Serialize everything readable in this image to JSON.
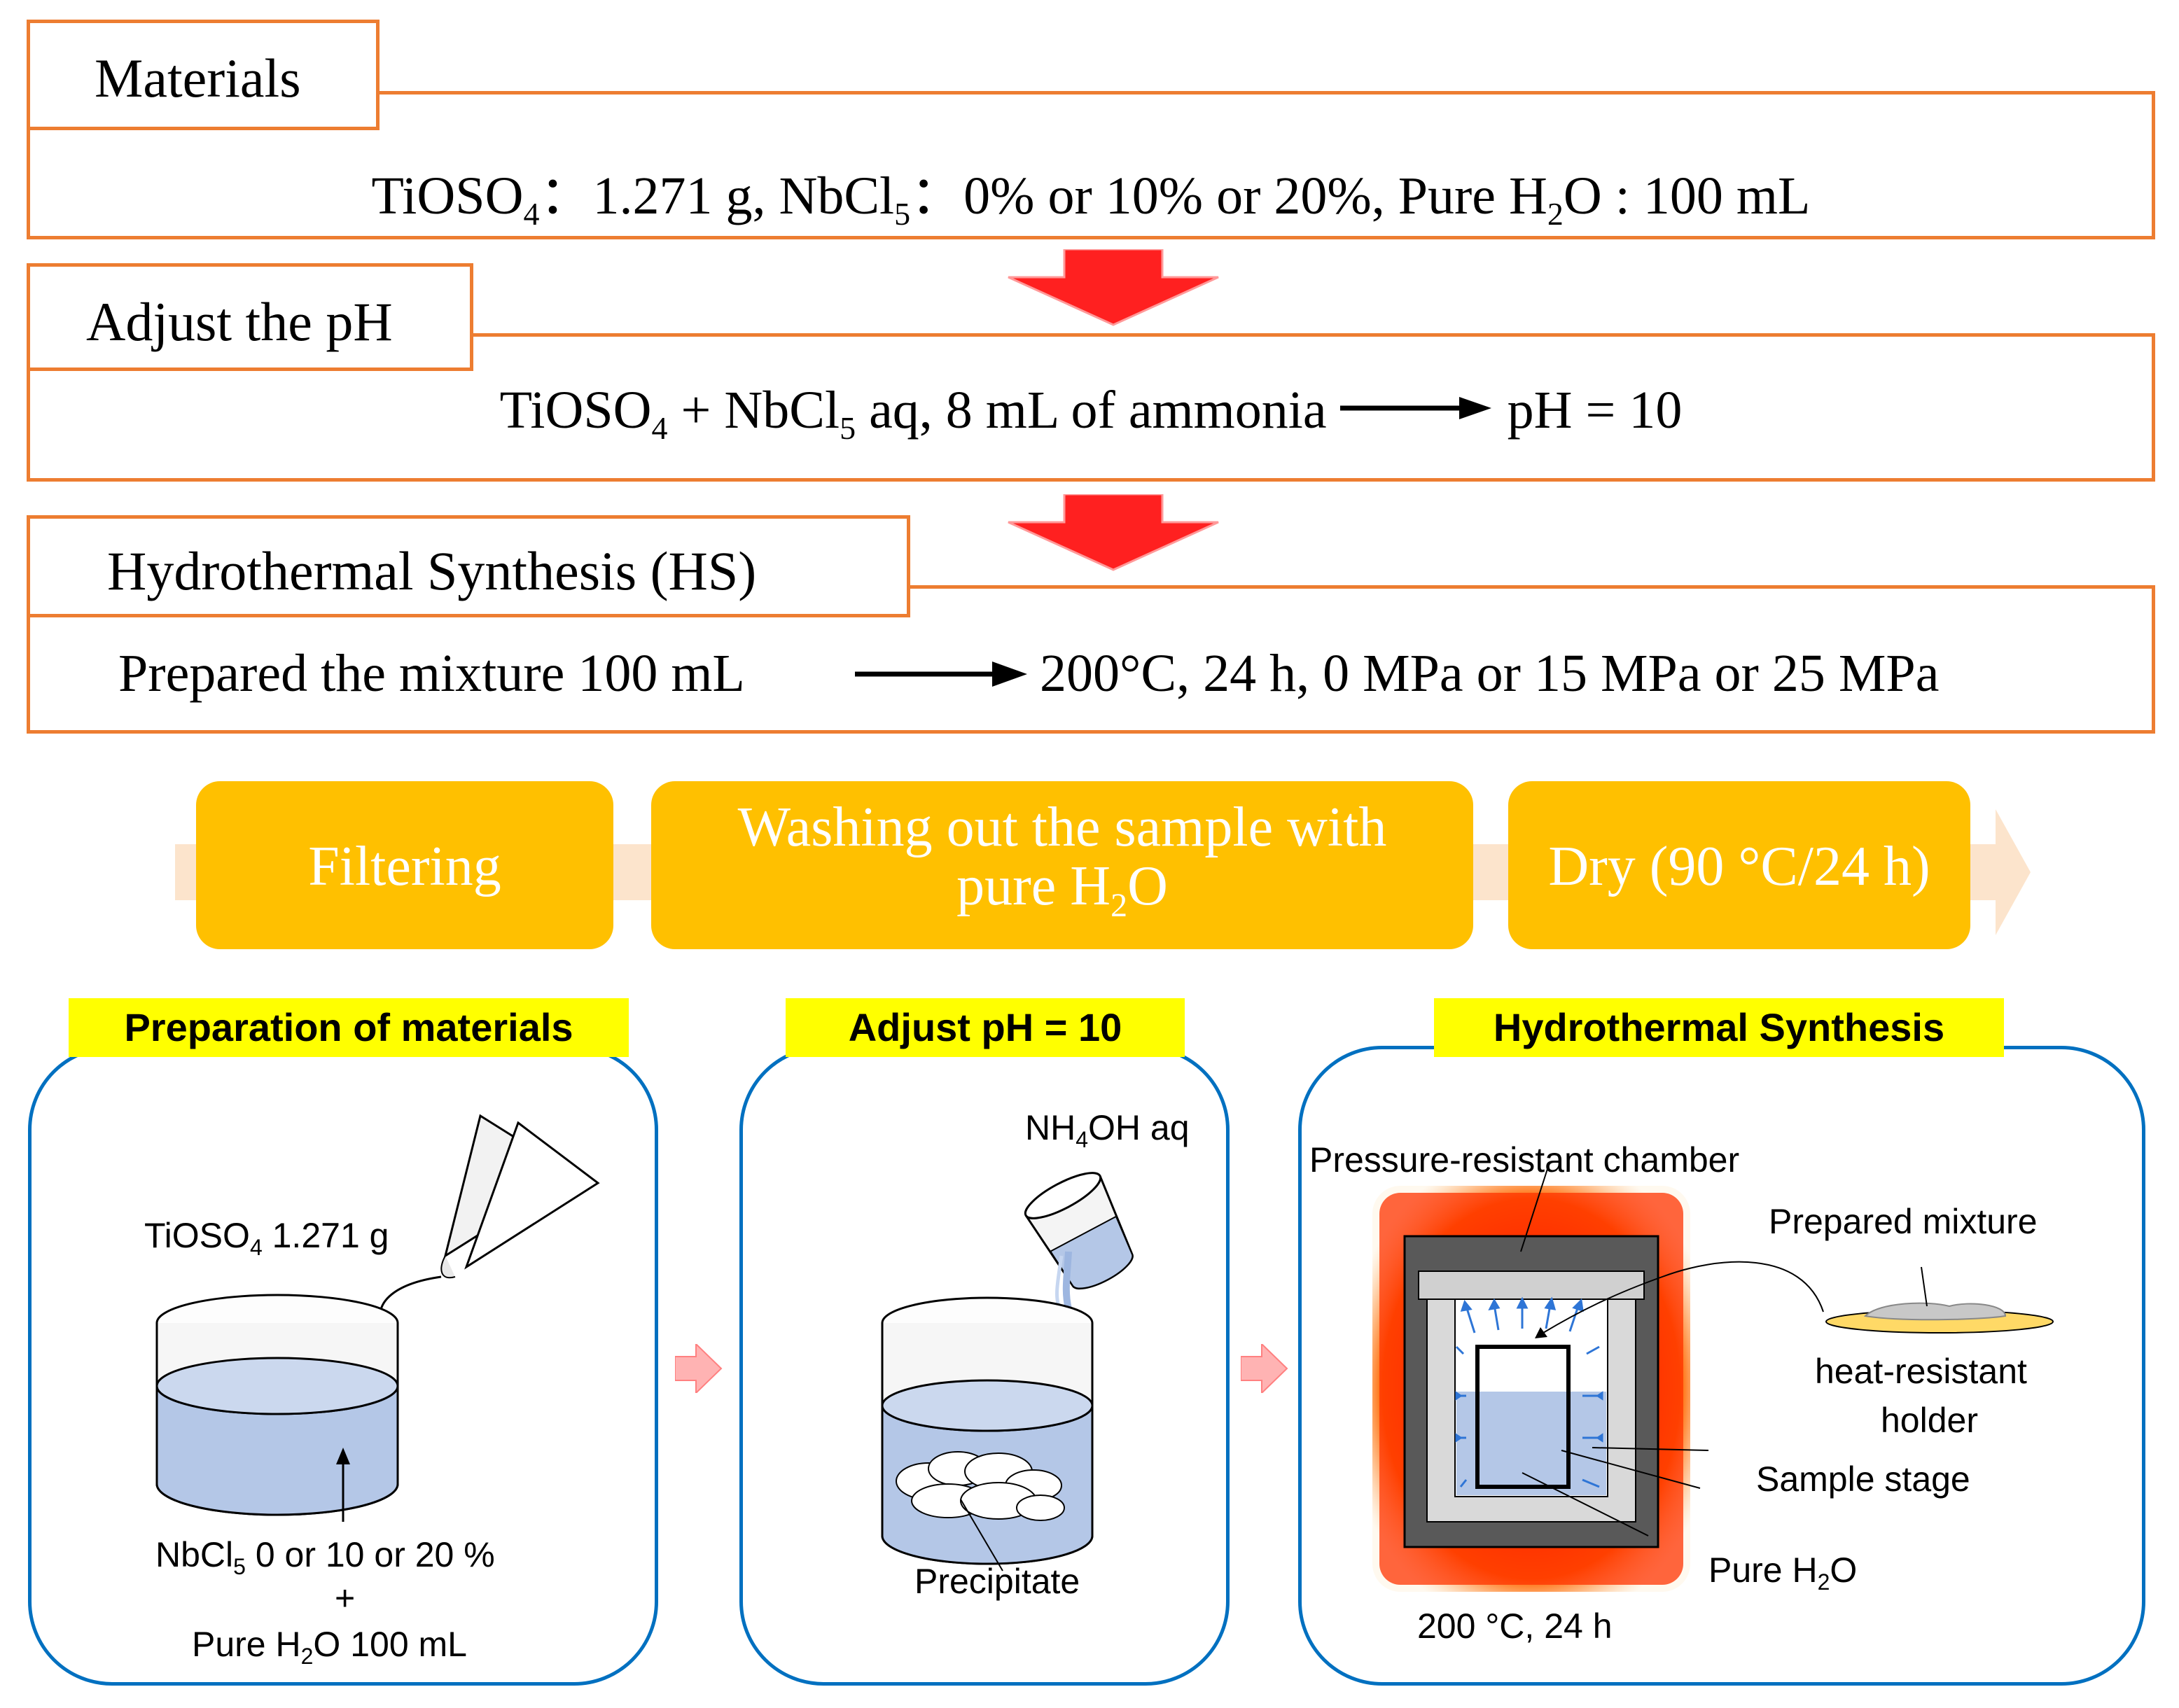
{
  "steps": {
    "materials": {
      "title": "Materials",
      "tiosoa": "TiOSO",
      "tio_sub": "4",
      "tio_val": "：1.271 g, NbCl",
      "nb_sub": "5",
      "nb_val": "：0% or 10% or 20%, Pure H",
      "h_sub": "2",
      "h_val": "O : 100 mL"
    },
    "adjust": {
      "title": "Adjust the pH",
      "p1": "TiOSO",
      "s1": "4",
      "p2": " + NbCl",
      "s2": "5",
      "p3": " aq, 8 mL  of ammonia",
      "p4": "pH = 10"
    },
    "hs": {
      "title": "Hydrothermal  Synthesis  (HS)",
      "left": "Prepared the mixture 100 mL",
      "right": "200°C, 24 h, 0 MPa or 15 MPa or 25 MPa"
    }
  },
  "process": {
    "filtering": "Filtering",
    "washing_line1": "Washing out the sample with",
    "washing_line2a": "pure H",
    "washing_sub": "2",
    "washing_line2b": "O",
    "dry": "Dry (90 °C/24 h)"
  },
  "panels": {
    "prep": {
      "title": "Preparation of materials",
      "tio_a": "TiOSO",
      "tio_sub": "4",
      "tio_b": " 1.271 g",
      "nb_a": "NbCl",
      "nb_sub": "5",
      "nb_b": "  0 or 10 or 20 %",
      "plus": "+",
      "water_a": "Pure H",
      "water_sub": "2",
      "water_b": "O 100 mL"
    },
    "ph": {
      "title": "Adjust pH = 10",
      "nh_a": "NH",
      "nh_sub": "4",
      "nh_b": "OH aq",
      "precipitate": "Precipitate"
    },
    "hydro": {
      "title": "Hydrothermal Synthesis",
      "chamber": "Pressure-resistant chamber",
      "mixture": "Prepared mixture",
      "holder_1": "heat-resistant",
      "holder_2": "holder",
      "stage": "Sample stage",
      "water_a": "Pure H",
      "water_sub": "2",
      "water_b": "O",
      "temp": "200 °C, 24 h"
    }
  },
  "colors": {
    "box_border": "#ED7D31",
    "flow_arrow": "#FF2020",
    "chevron": "#FFC000",
    "panel_title_bg": "#FFFF00",
    "panel_border": "#0070C0",
    "water": "#B4C7E7",
    "heat": "#FF3300"
  }
}
